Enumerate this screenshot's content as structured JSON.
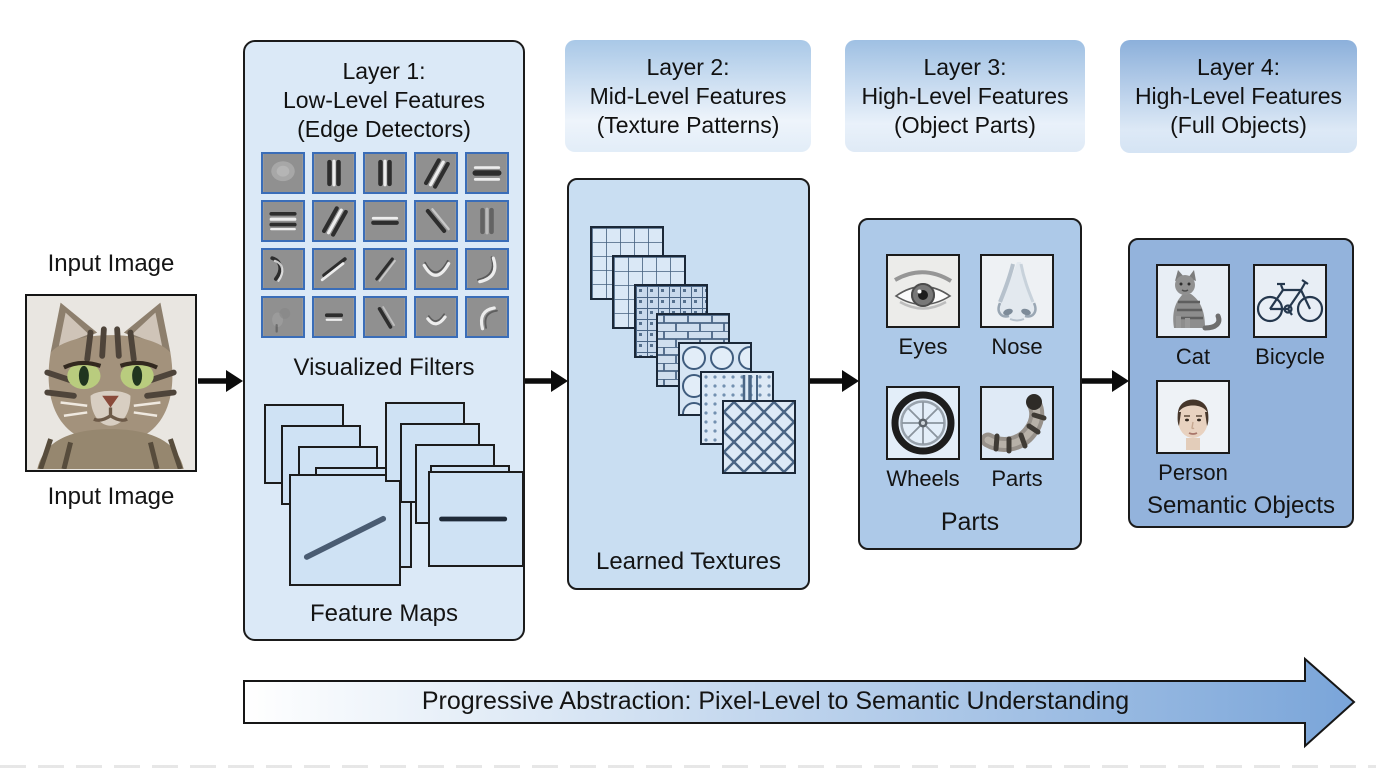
{
  "input": {
    "label_top": "Input Image",
    "label_bottom": "Input Image",
    "image": "tabby-cat-photo"
  },
  "layer1": {
    "title": "Layer 1:\nLow-Level Features\n(Edge Detectors)",
    "visualized_filters_label": "Visualized Filters",
    "feature_maps_label": "Feature Maps",
    "filters": [
      "soft-blob",
      "vertical-gabor",
      "vertical-gabor",
      "diagonal-gabor",
      "horizontal-gabor",
      "horizontal-bars",
      "diagonal-gabor",
      "horizontal-edge",
      "diagonal-edge-135",
      "vertical-gabor-faint",
      "curved-hook",
      "diagonal-edge-45",
      "diagonal-edge-45-thin",
      "arc-up",
      "arc-right",
      "soft-texture",
      "horizontal-dash",
      "diagonal-edge-135-short",
      "arc-up-small",
      "arc-left"
    ],
    "feature_map_stacks": [
      {
        "cards": 5,
        "front_mark": "diagonal-line"
      },
      {
        "cards": 5,
        "front_mark": "horizontal-line"
      }
    ]
  },
  "layer2": {
    "title": "Layer 2:\nMid-Level Features\n(Texture Patterns)",
    "content_label": "Learned Textures",
    "textures": [
      "grid",
      "grid",
      "mosaic",
      "brick",
      "circles",
      "dots-stripes",
      "diamond"
    ]
  },
  "layer3": {
    "title": "Layer 3:\nHigh-Level Features\n(Object Parts)",
    "content_label": "Parts",
    "items": [
      {
        "label": "Eyes",
        "icon": "eye-icon"
      },
      {
        "label": "Nose",
        "icon": "nose-icon"
      },
      {
        "label": "Wheels",
        "icon": "wheel-icon"
      },
      {
        "label": "Parts",
        "icon": "cat-tail-icon"
      }
    ]
  },
  "layer4": {
    "title": "Layer 4:\nHigh-Level Features\n(Full Objects)",
    "content_label": "Semantic Objects",
    "items": [
      {
        "label": "Cat",
        "icon": "cat-icon"
      },
      {
        "label": "Bicycle",
        "icon": "bicycle-icon"
      },
      {
        "label": "Person",
        "icon": "person-icon"
      }
    ]
  },
  "footer": {
    "arrow_label": "Progressive Abstraction: Pixel-Level to Semantic Understanding"
  },
  "colors": {
    "panel1_bg": "#dbe9f7",
    "panel2_bg": "#c9def2",
    "panel3_bg": "#adc9e8",
    "panel4_bg": "#93b3dc",
    "filter_tile_border": "#3a6db8",
    "outline": "#1b1b1b",
    "banner_gradient_start": "#ffffff",
    "banner_gradient_end": "#7aa5d9"
  }
}
